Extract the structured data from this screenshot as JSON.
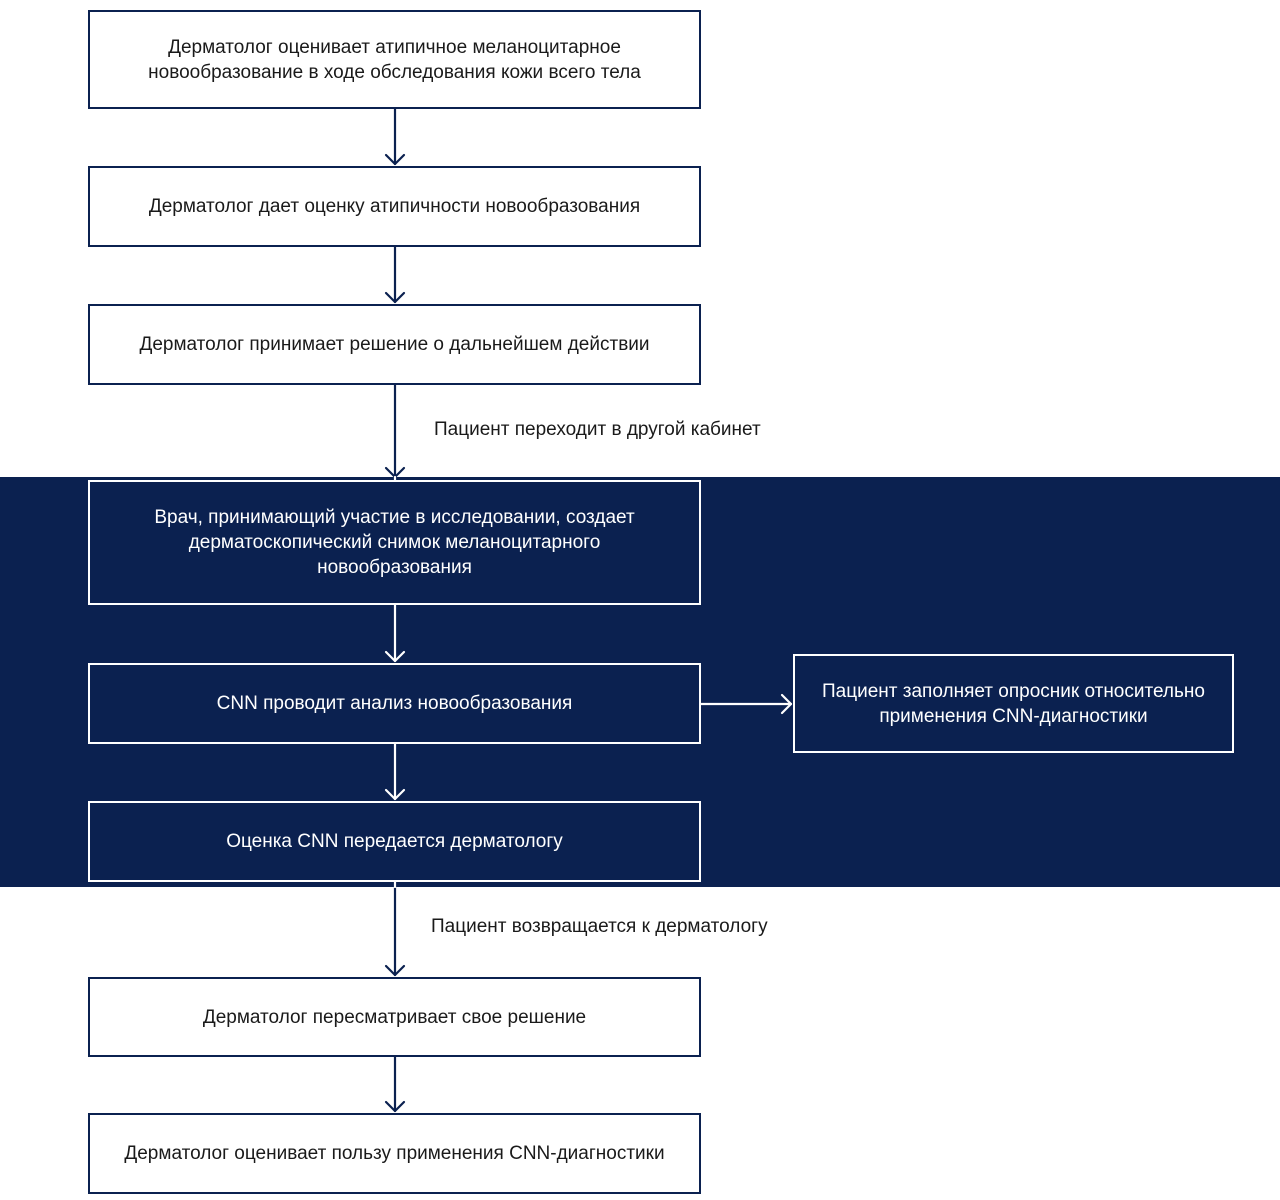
{
  "colors": {
    "navy": "#0b2150",
    "white": "#ffffff",
    "text_dark": "#1a1a1a"
  },
  "steps": {
    "s1": "Дерматолог оценивает атипичное меланоцитарное\nновообразование в ходе обследования кожи всего тела",
    "s2": "Дерматолог дает оценку атипичности новообразования",
    "s3": "Дерматолог принимает решение о дальнейшем действии",
    "s4": "Врач, принимающий участие в исследовании, создает\nдерматоскопический снимок меланоцитарного\nновообразования",
    "s5": "CNN проводит анализ новообразования",
    "s5_side": "Пациент заполняет опросник относительно\nприменения CNN-диагностики",
    "s6": "Оценка CNN передается дерматологу",
    "s7": "Дерматолог пересматривает свое решение",
    "s8": "Дерматолог оценивает пользу применения CNN-диагностики"
  },
  "transitions": {
    "to_other_office": "Пациент переходит в другой кабинет",
    "back_to_dermatologist": "Пациент возвращается к дерматологу"
  }
}
